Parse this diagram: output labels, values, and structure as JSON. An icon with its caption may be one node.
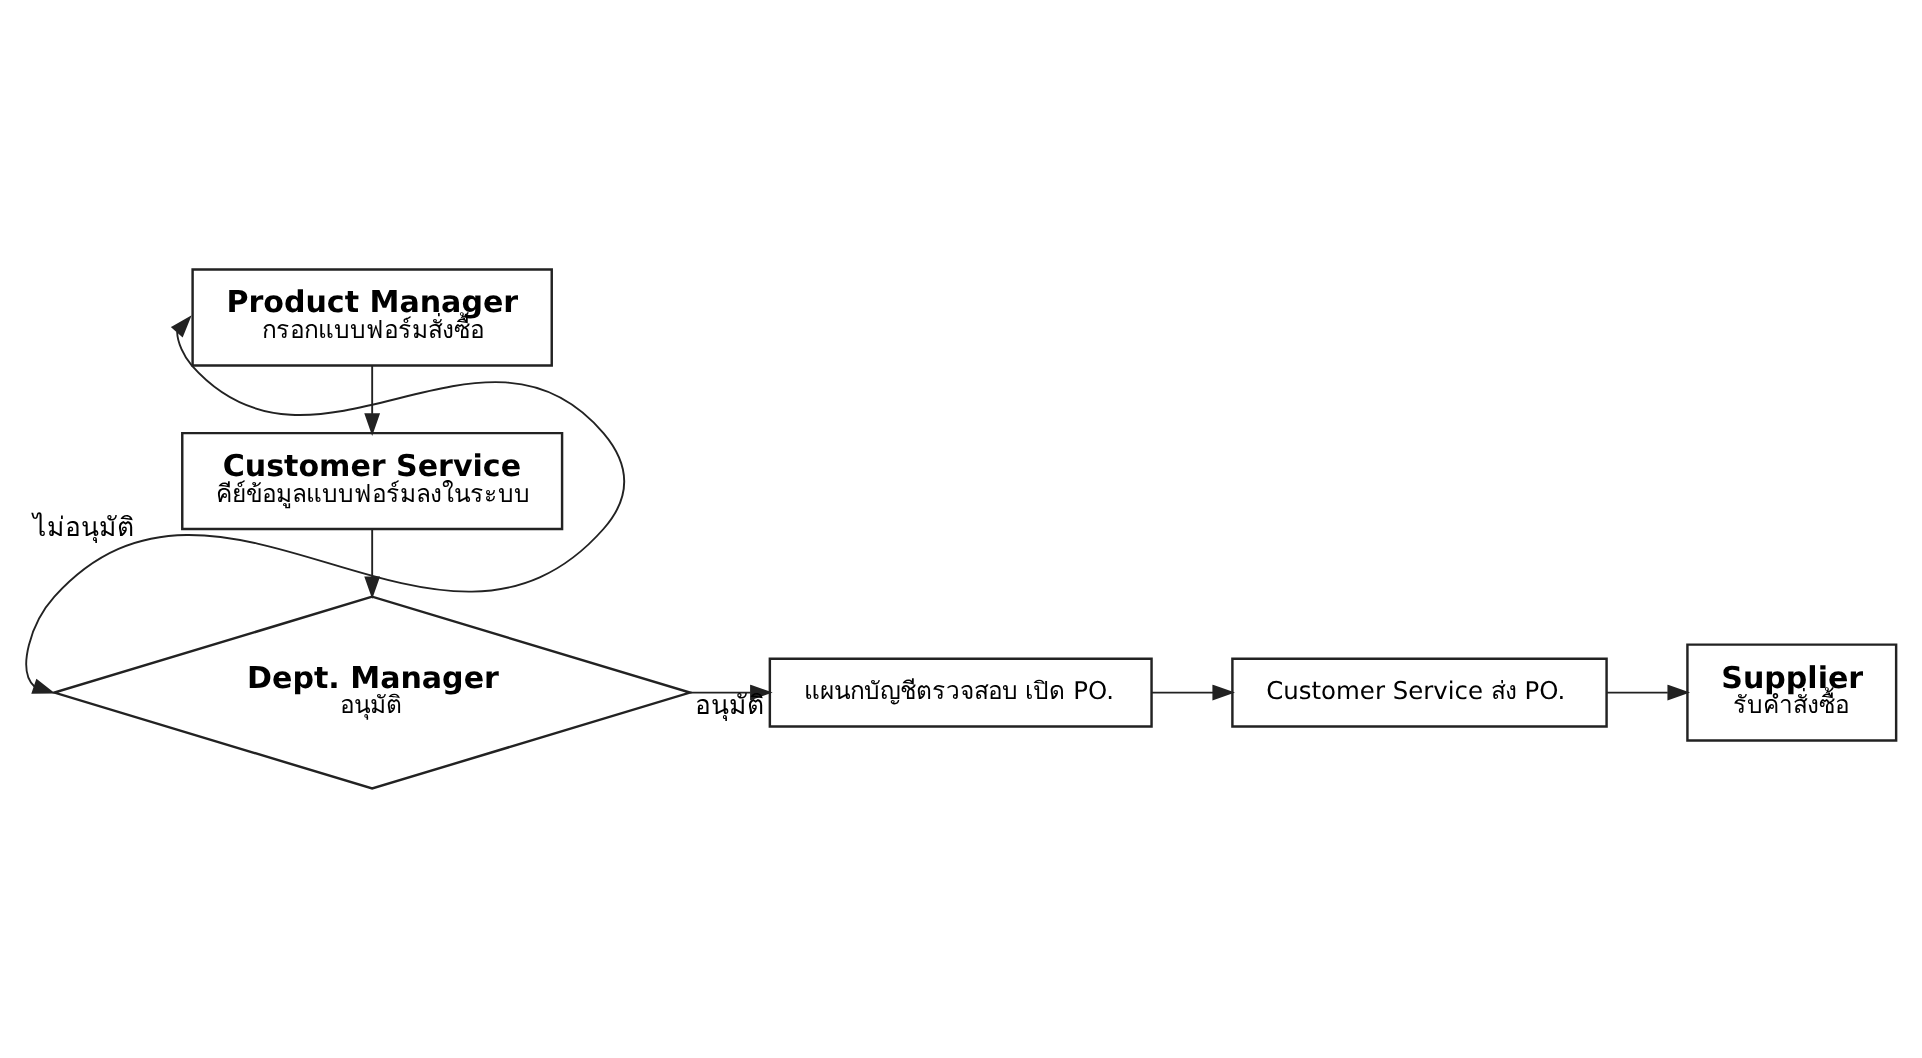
{
  "diagram": {
    "nodes": [
      {
        "text": [
          "Product Manager",
          "กรอกแบบฟอร์มสั่งซื้อ"
        ]
      },
      {
        "text": [
          "Customer Service",
          "คีย์ข้อมูลแบบฟอร์มลงในระบบ"
        ]
      },
      {
        "text": [
          "Dept. Manager",
          "อนุมัติ"
        ]
      },
      {
        "text": [
          "แผนกบัญชีตรวจสอบ เปิด PO."
        ]
      },
      {
        "text": [
          "Customer Service ส่ง PO."
        ]
      },
      {
        "text": [
          "Supplier",
          "รับคำสั่งซื้อ"
        ]
      }
    ],
    "edges": [
      {
        "from": 0,
        "to": 1,
        "arrow": "to"
      },
      {
        "from": 1,
        "to": 2,
        "arrow": "to"
      },
      {
        "from": 2,
        "to": 0,
        "arrow": "both",
        "label": "ไม่อนุมัติ"
      },
      {
        "from": 2,
        "to": 3,
        "arrow": "to",
        "label": "อนุมัติ"
      },
      {
        "from": 3,
        "to": 4,
        "arrow": "to"
      },
      {
        "from": 4,
        "to": 5,
        "arrow": "to"
      }
    ]
  }
}
